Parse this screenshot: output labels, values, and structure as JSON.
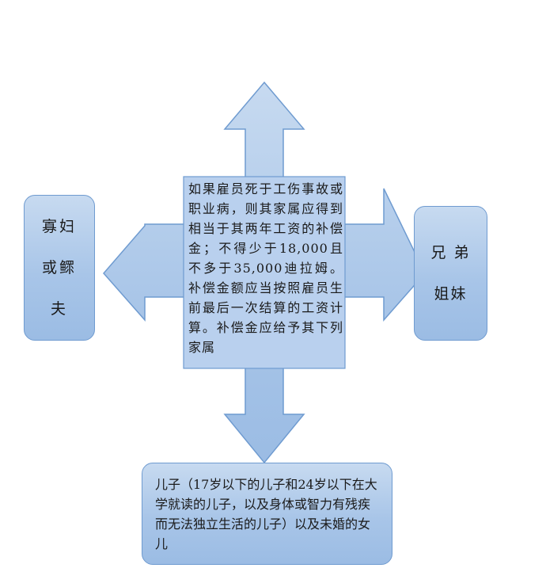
{
  "center": {
    "text": "如果雇员死于工伤事故或职业病，则其家属应得到相当于其两年工资的补偿金；不得少于18,000且不多于35,000迪拉姆。补偿金额应当按照雇员生前最后一次结算的工资计算。补偿金应给予其下列家属"
  },
  "left": {
    "line1": "寡妇",
    "line2": "或鳏",
    "line3": "夫"
  },
  "right": {
    "line1": "兄 弟",
    "line2": "姐妹"
  },
  "bottom": {
    "text": "儿子（17岁以下的儿子和24岁以下在大学就读的儿子，以及身体或智力有残疾而无法独立生活的儿子）以及未婚的女儿"
  },
  "colors": {
    "fill_top": "#c7daf0",
    "fill_bottom": "#9bbce4",
    "stroke": "#6f9bd0"
  }
}
